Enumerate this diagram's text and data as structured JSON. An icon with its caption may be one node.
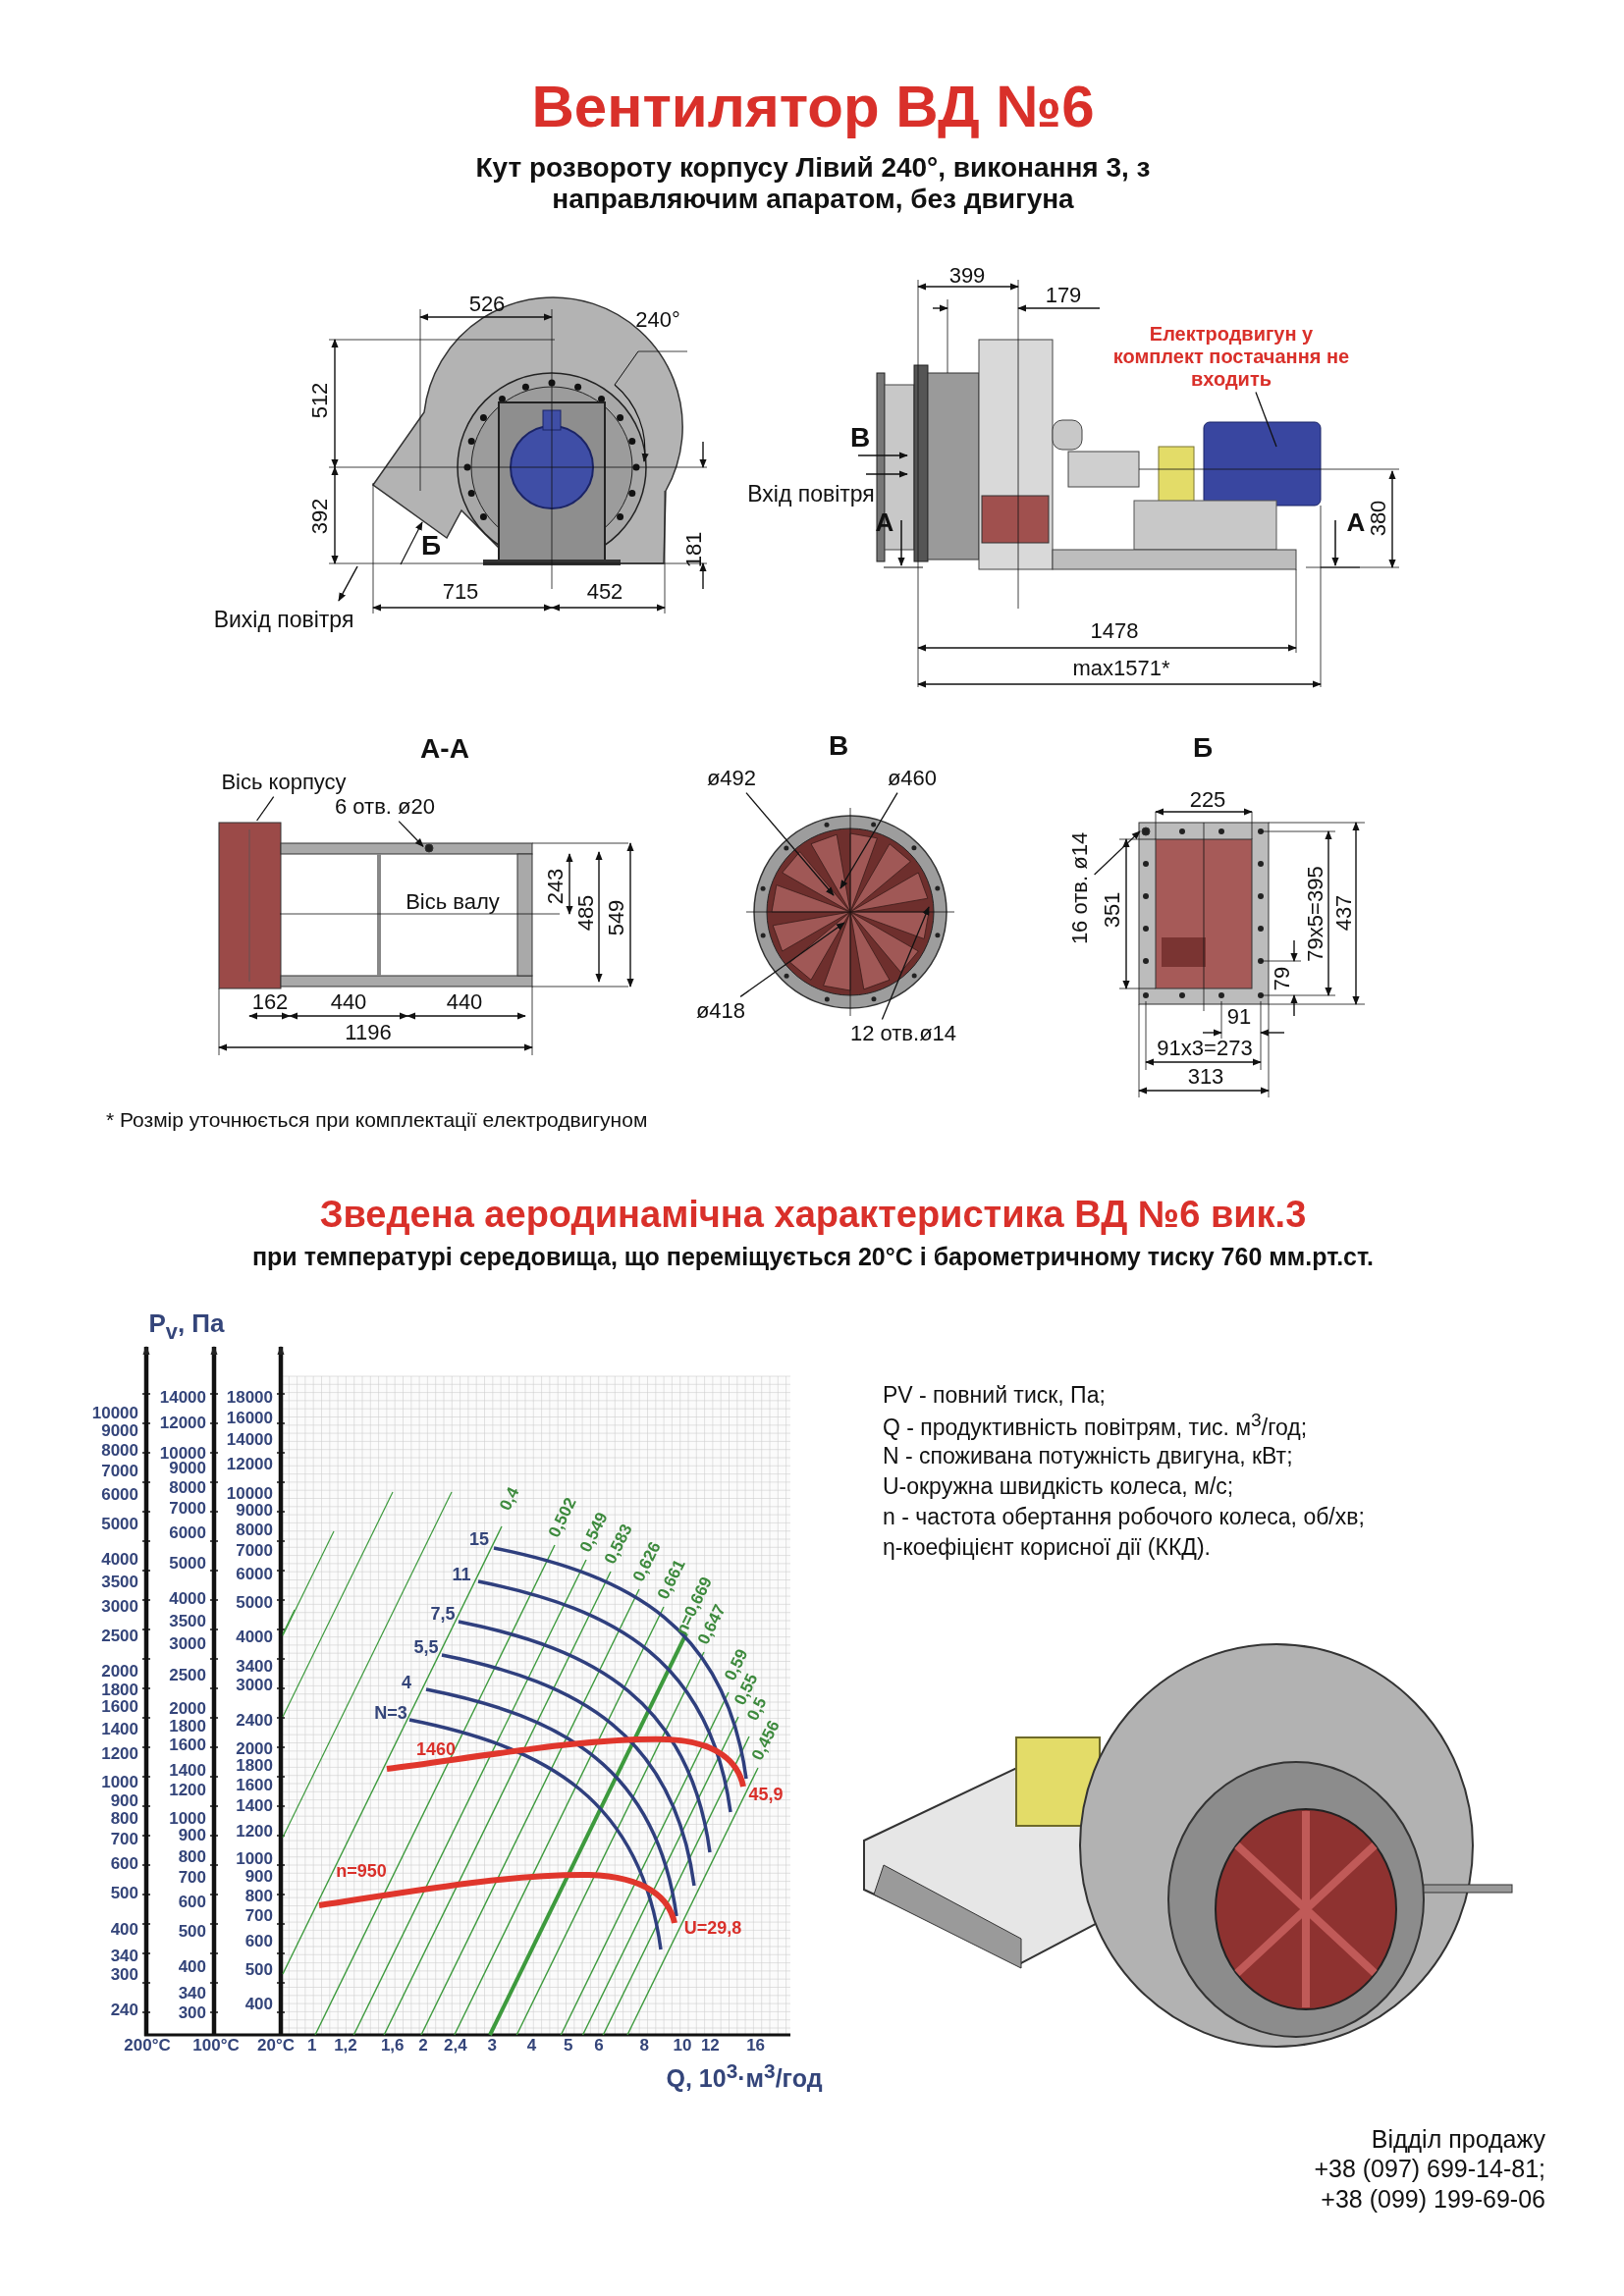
{
  "diagram": {
    "title": "Вентилятор  ВД №6",
    "nodes": [
      {
        "text": [
          "Електродвигун у комплект постачання не входить"
        ]
      },
      {
        "text": [
          "Вісь корпусу"
        ]
      },
      {
        "text": [
          "6 отв. ø20"
        ]
      },
      {
        "text": [
          "ø492"
        ]
      },
      {
        "text": [
          "ø460"
        ]
      },
      {
        "text": [
          "ø418"
        ]
      },
      {
        "text": [
          "12 отв.ø14"
        ]
      },
      {
        "text": [
          "16 отв. ø14"
        ]
      },
      {
        "text": [],
        "shape": "box"
      },
      {
        "text": [],
        "shape": "circle"
      },
      {
        "text": [],
        "shape": "circle"
      }
    ],
    "edges": [
      {
        "from": 0,
        "to": null,
        "arrow": "none"
      },
      {
        "from": 1,
        "to": 8,
        "arrow": "none"
      },
      {
        "from": 2,
        "to": 9,
        "arrow": "to"
      },
      {
        "from": 3,
        "to": null,
        "arrow": "to"
      },
      {
        "from": 4,
        "to": null,
        "arrow": "to"
      },
      {
        "from": 5,
        "to": null,
        "arrow": "to"
      },
      {
        "from": 6,
        "to": null,
        "arrow": "to"
      },
      {
        "from": 7,
        "to": 10,
        "arrow": "to"
      }
    ],
    "labels": [
      "Кут розвороту корпусу Лівий 240°, виконання 3, з направляючим апаратом, без двигуна",
      "526",
      "240°",
      "512",
      "392",
      "181",
      "715",
      "452",
      "Б",
      "Вихід повітря",
      "399",
      "179",
      "В",
      "Вхід повітря",
      "А",
      "А",
      "380",
      "1478",
      "max1571*",
      "А-А",
      "В",
      "Б",
      "Вісь валу",
      "243",
      "485",
      "549",
      "162",
      "440",
      "440",
      "1196",
      "225",
      "351",
      "79х5=395",
      "437",
      "79",
      "91",
      "91х3=273",
      "313",
      "* Розмір уточнюється при комплектації електродвигуном",
      "Зведена аеродинамічна характеристика ВД №6 вик.3",
      "при температурі середовища, що переміщується 20°С і барометричному тиску 760 мм.рт.ст.",
      "P$_{v}$, Па",
      "10000",
      "9000",
      "8000",
      "7000",
      "6000",
      "5000",
      "4000",
      "3500",
      "3000",
      "2500",
      "2000",
      "1800",
      "1600",
      "1400",
      "1200",
      "1000",
      "900",
      "800",
      "700",
      "600",
      "500",
      "400",
      "340",
      "300",
      "240",
      "14000",
      "12000",
      "10000",
      "9000",
      "8000",
      "7000",
      "6000",
      "5000",
      "4000",
      "3500",
      "3000",
      "2500",
      "2000",
      "1800",
      "1600",
      "1400",
      "1200",
      "1000",
      "900",
      "800",
      "700",
      "600",
      "500",
      "400",
      "340",
      "300",
      "18000",
      "16000",
      "14000",
      "12000",
      "10000",
      "9000",
      "8000",
      "7000",
      "6000",
      "5000",
      "4000",
      "3400",
      "3000",
      "2400",
      "2000",
      "1800",
      "1600",
      "1400",
      "1200",
      "1000",
      "900",
      "800",
      "700",
      "600",
      "500",
      "400",
      "200°C",
      "100°C",
      "20°C",
      "1",
      "1,2",
      "1,6",
      "2",
      "2,4",
      "3",
      "4",
      "5",
      "6",
      "8",
      "10",
      "12",
      "16",
      "Q, 10$^{3}$·м$^{3}$/год",
      "0,4",
      "0,502",
      "0,549",
      "0,583",
      "0,626",
      "0,661",
      "n=0,669",
      "0,647",
      "0,59",
      "0,55",
      "0,5",
      "0,456",
      "15",
      "11",
      "7,5",
      "5,5",
      "4",
      "N=3",
      "1460",
      "45,9",
      "n=950",
      "U=29,8",
      "PV - повний тиск, Па;",
      "Q - продуктивність повітрям, тис. м$^{3}$/год;",
      "N - споживана потужність двигуна, кВт;",
      "U-окружна швидкість колеса, м/с;",
      "n - частота обертання робочого колеса, об/хв;",
      "η-коефіцієнт корисної дії (ККД).",
      "Відділ продажу",
      "+38 (097) 699-14-81;",
      "+38 (099) 199-69-06"
    ]
  }
}
